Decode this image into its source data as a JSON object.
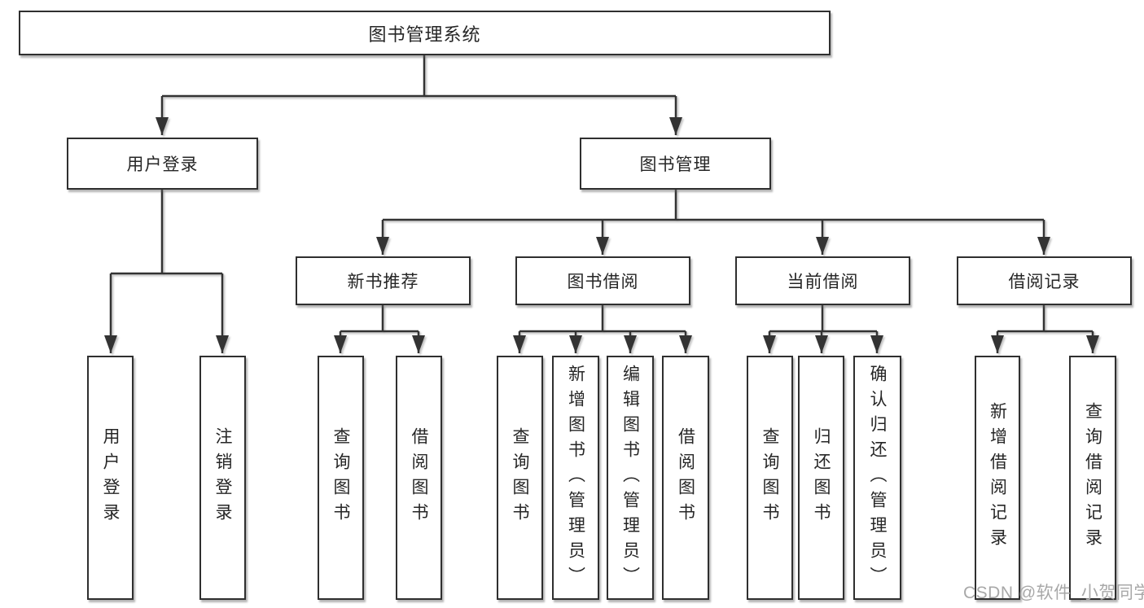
{
  "diagram": {
    "root": {
      "label": "图书管理系统"
    },
    "level2": [
      {
        "label": "用户登录"
      },
      {
        "label": "图书管理"
      }
    ],
    "level3": [
      {
        "label": "新书推荐"
      },
      {
        "label": "图书借阅"
      },
      {
        "label": "当前借阅"
      },
      {
        "label": "借阅记录"
      }
    ],
    "leaves": {
      "user": [
        "用户登录",
        "注销登录"
      ],
      "newbook": [
        "查询图书",
        "借阅图书"
      ],
      "borrow": [
        "查询图书",
        "新增图书（管理员）",
        "编辑图书（管理员）",
        "借阅图书"
      ],
      "current": [
        "查询图书",
        "归还图书",
        "确认归还（管理员）"
      ],
      "records": [
        "新增借阅记录",
        "查询借阅记录"
      ]
    }
  },
  "watermark": {
    "text": "CSDN @软件_小贺同学"
  },
  "colors": {
    "line": "#333333",
    "border": "#2f2f2f",
    "text": "#262626",
    "watermark": "#a8a8a8",
    "background": "#ffffff"
  }
}
